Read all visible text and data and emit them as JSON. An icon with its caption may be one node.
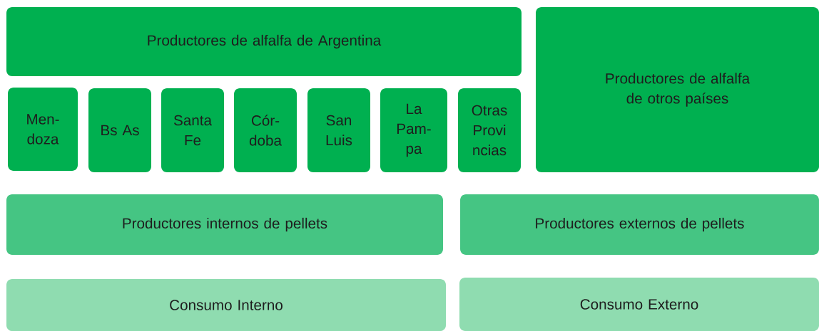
{
  "diagram": {
    "nodes": [
      {
        "text": [
          "Productores de alfalfa de Argentina"
        ]
      },
      {
        "text": [
          "Men- doza"
        ]
      },
      {
        "text": [
          "Bs As"
        ]
      },
      {
        "text": [
          "Santa Fe"
        ]
      },
      {
        "text": [
          "Cór- doba"
        ]
      },
      {
        "text": [
          "San Luis"
        ]
      },
      {
        "text": [
          "La Pam- pa"
        ]
      },
      {
        "text": [
          "Otras Provi ncias"
        ]
      },
      {
        "text": [
          "Productores de alfalfa de otros países"
        ]
      },
      {
        "text": [
          "Productores internos de pellets"
        ]
      },
      {
        "text": [
          "Productores externos de pellets"
        ]
      },
      {
        "text": [
          "Consumo Interno"
        ]
      },
      {
        "text": [
          "Consumo Externo"
        ]
      }
    ]
  }
}
